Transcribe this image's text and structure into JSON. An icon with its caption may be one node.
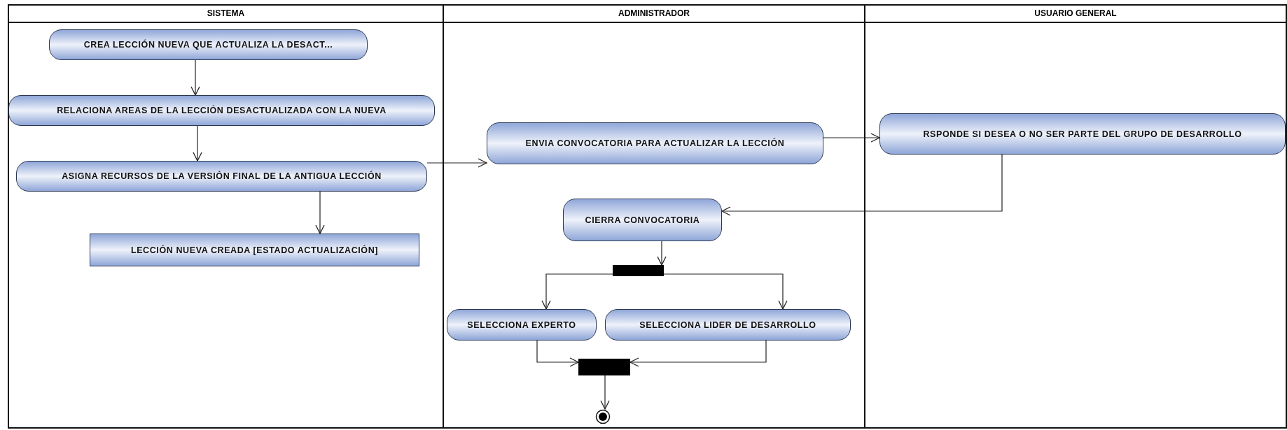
{
  "diagram": {
    "nodes": [
      {
        "text": [
          "SISTEMA"
        ]
      },
      {
        "text": [
          "ADMINISTRADOR"
        ]
      },
      {
        "text": [
          "USUARIO GENERAL"
        ]
      },
      {
        "text": [
          "CREA LECCIÓN NUEVA QUE ACTUALIZA LA DESACT..."
        ],
        "in": 0
      },
      {
        "text": [
          "RELACIONA AREAS DE LA LECCIÓN DESACTUALIZADA CON LA NUEVA"
        ],
        "in": 0
      },
      {
        "text": [
          "ASIGNA RECURSOS DE LA VERSIÓN FINAL DE LA ANTIGUA LECCIÓN"
        ],
        "in": 0
      },
      {
        "text": [
          "LECCIÓN NUEVA CREADA [ESTADO ACTUALIZACIÓN]"
        ],
        "in": 0
      },
      {
        "text": [
          "ENVIA CONVOCATORIA PARA ACTUALIZAR LA LECCIÓN"
        ],
        "in": 1
      },
      {
        "text": [
          "CIERRA CONVOCATORIA"
        ],
        "in": 1
      },
      {
        "text": [],
        "shape": "bar",
        "in": 1
      },
      {
        "text": [
          "SELECCIONA EXPERTO"
        ],
        "in": 1
      },
      {
        "text": [
          "SELECCIONA LIDER DE DESARROLLO"
        ],
        "in": 1
      },
      {
        "text": [],
        "shape": "bar",
        "in": 1
      },
      {
        "text": [],
        "shape": "circle",
        "in": 1
      },
      {
        "text": [
          "RSPONDE SI DESEA O NO SER PARTE DEL GRUPO DE DESARROLLO"
        ],
        "in": 2
      }
    ],
    "edges": [
      {
        "from": 3,
        "to": 4,
        "arrow": "to"
      },
      {
        "from": 4,
        "to": 5,
        "arrow": "to"
      },
      {
        "from": 5,
        "to": 6,
        "arrow": "to"
      },
      {
        "from": 5,
        "to": 7,
        "arrow": "to"
      },
      {
        "from": 7,
        "to": 14,
        "arrow": "to"
      },
      {
        "from": 14,
        "to": 8,
        "arrow": "to"
      },
      {
        "from": 8,
        "to": 9,
        "arrow": "to"
      },
      {
        "from": 9,
        "to": 10,
        "arrow": "to"
      },
      {
        "from": 9,
        "to": 11,
        "arrow": "to"
      },
      {
        "from": 10,
        "to": 12,
        "arrow": "to"
      },
      {
        "from": 11,
        "to": 12,
        "arrow": "to"
      },
      {
        "from": 12,
        "to": 13,
        "arrow": "to"
      }
    ]
  }
}
